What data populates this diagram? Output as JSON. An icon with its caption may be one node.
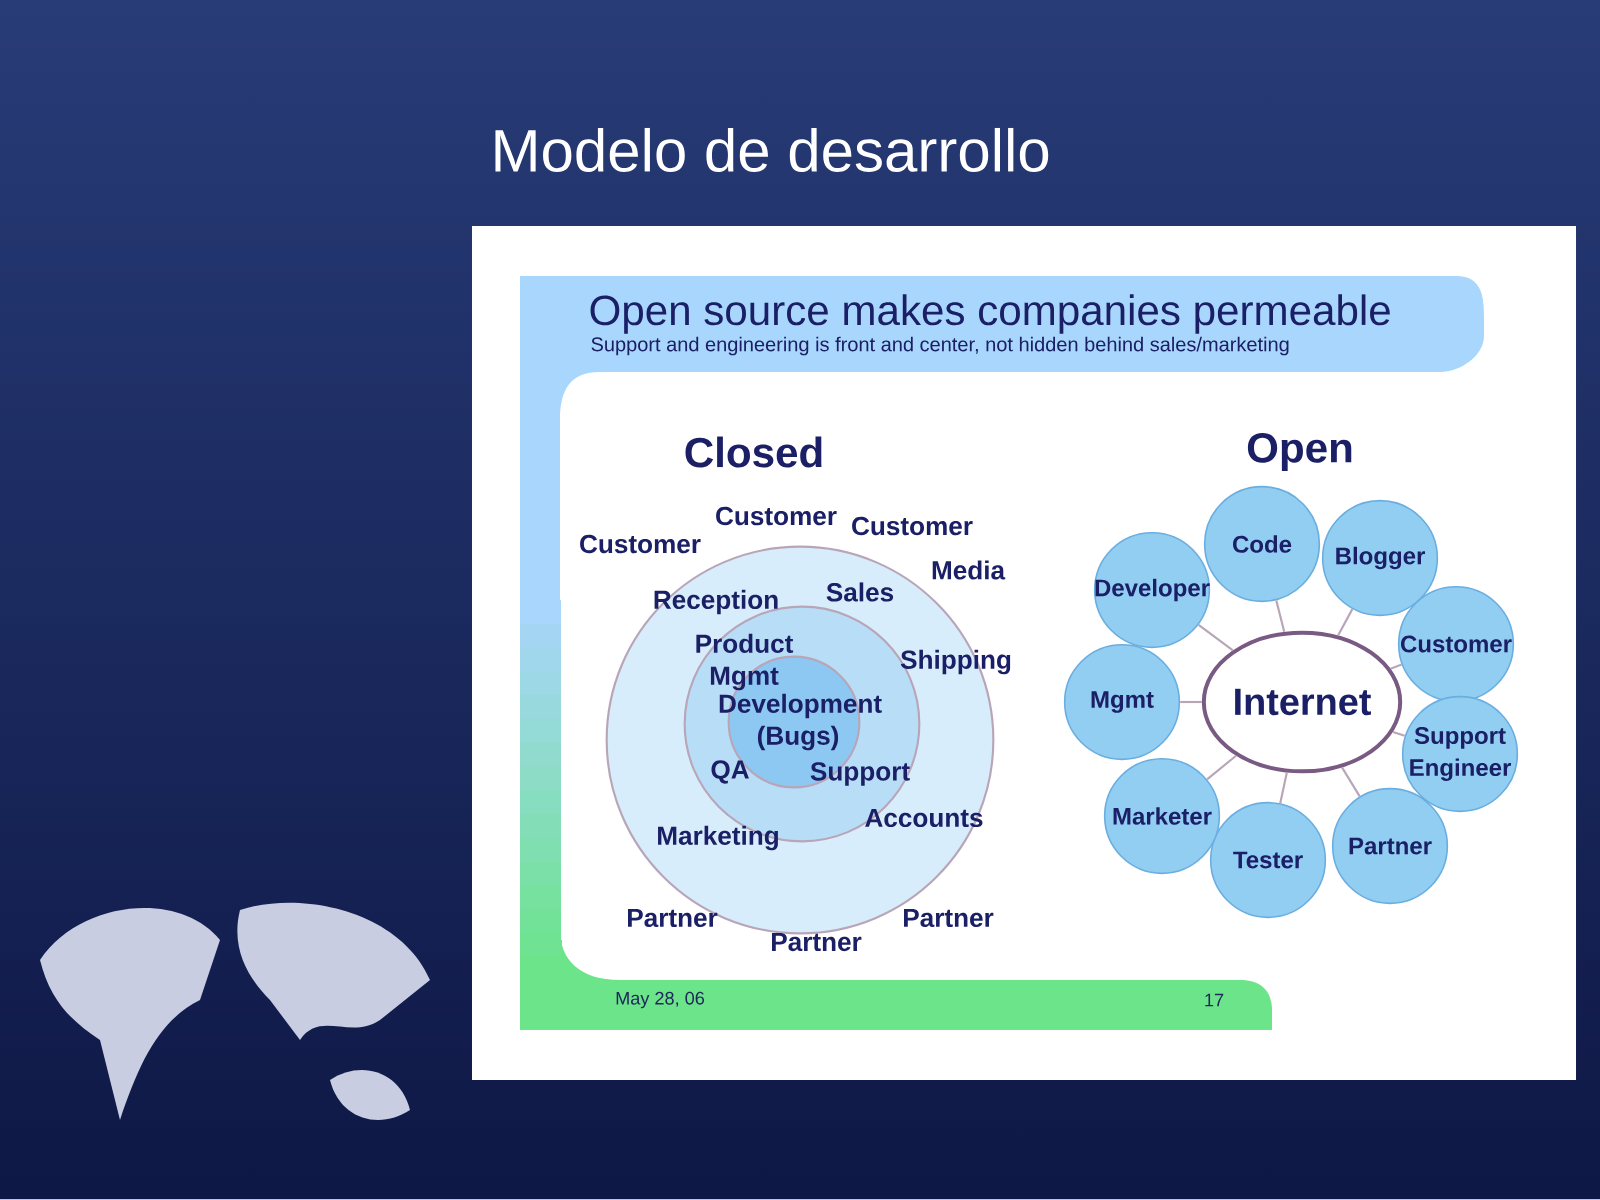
{
  "diagram": {
    "title": "Modelo de desarrollo",
    "nodes": [
      {
        "text": [
          "Reception",
          "Sales",
          "Shipping",
          "Accounts",
          "Marketing"
        ]
      },
      {
        "text": [
          "Product Mgmt",
          "QA",
          "Support"
        ],
        "in": 0
      },
      {
        "text": [
          "Development (Bugs)"
        ],
        "in": 1
      },
      {
        "text": [
          "Internet"
        ]
      },
      {
        "text": [
          "Code"
        ]
      },
      {
        "text": [
          "Blogger"
        ]
      },
      {
        "text": [
          "Customer"
        ]
      },
      {
        "text": [
          "Support Engineer"
        ]
      },
      {
        "text": [
          "Partner"
        ]
      },
      {
        "text": [
          "Tester"
        ]
      },
      {
        "text": [
          "Marketer"
        ]
      },
      {
        "text": [
          "Mgmt"
        ]
      },
      {
        "text": [
          "Developer"
        ]
      }
    ],
    "edges": [
      {
        "from": 3,
        "to": 4,
        "arrow": "none"
      },
      {
        "from": 3,
        "to": 5,
        "arrow": "none"
      },
      {
        "from": 3,
        "to": 6,
        "arrow": "none"
      },
      {
        "from": 3,
        "to": 7,
        "arrow": "none"
      },
      {
        "from": 3,
        "to": 8,
        "arrow": "none"
      },
      {
        "from": 3,
        "to": 9,
        "arrow": "none"
      },
      {
        "from": 3,
        "to": 10,
        "arrow": "none"
      },
      {
        "from": 3,
        "to": 11,
        "arrow": "none"
      },
      {
        "from": 3,
        "to": 12,
        "arrow": "none"
      }
    ],
    "labels": [
      "Open source makes companies permeable",
      "Support and engineering is front and center, not hidden behind sales/marketing",
      "Closed",
      "Open",
      "Customer",
      "Customer",
      "Customer",
      "Media",
      "Partner",
      "Partner",
      "Partner",
      "May 28, 06",
      "17"
    ]
  }
}
